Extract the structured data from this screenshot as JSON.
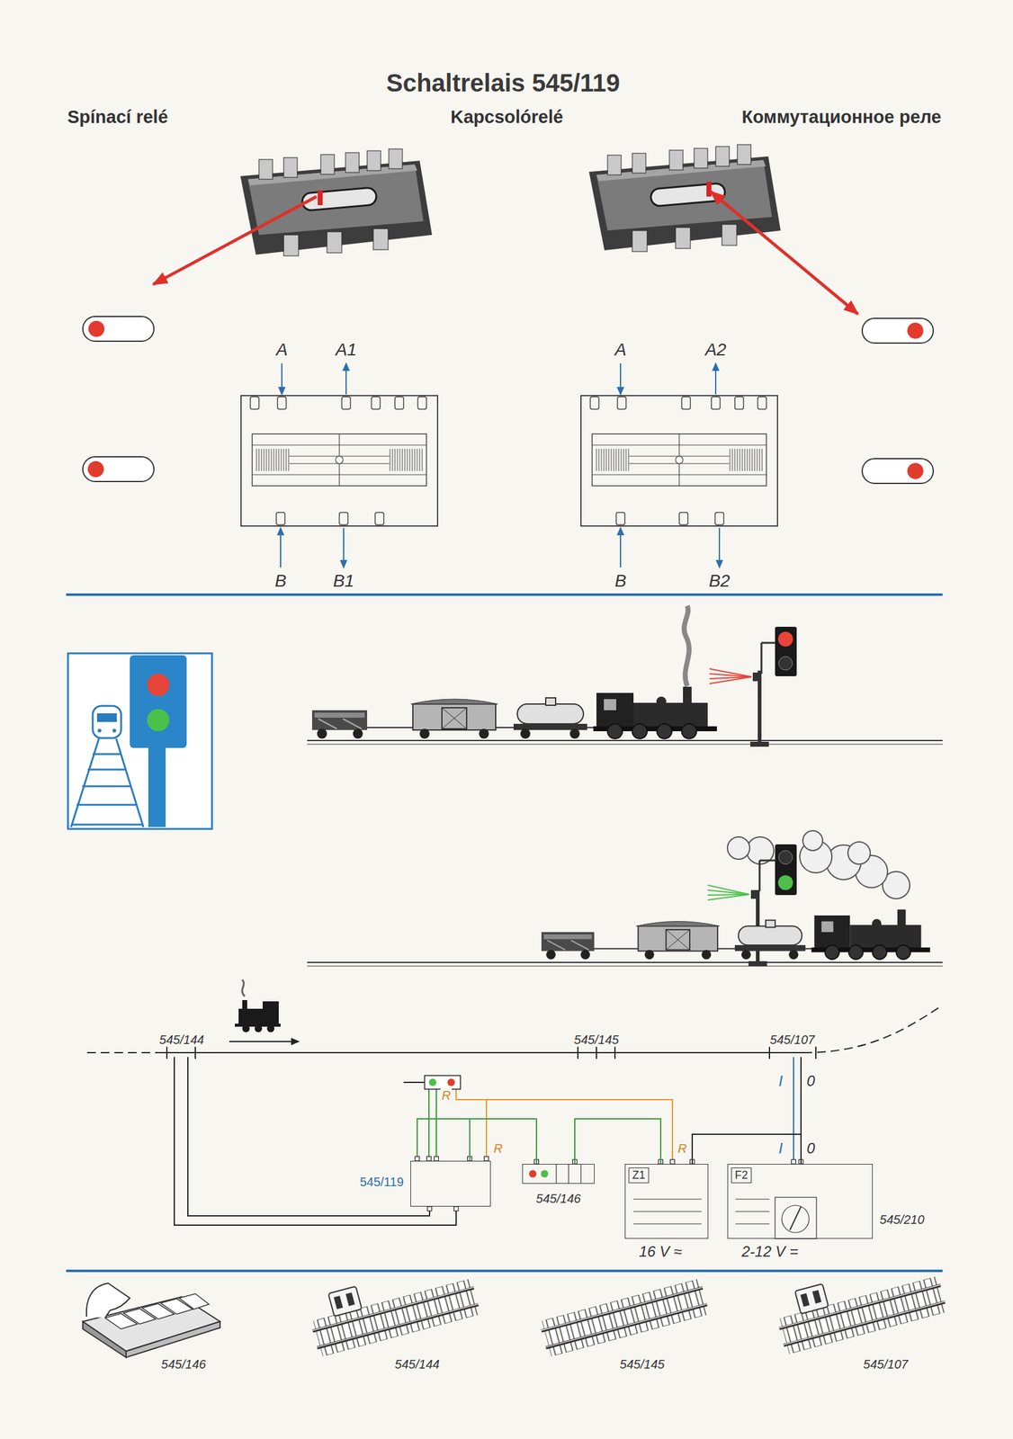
{
  "diagram": {
    "title": "Schaltrelais 545/119",
    "nodes": [
      {
        "text": [
          "545/119"
        ]
      },
      {
        "text": [
          "545/146"
        ]
      },
      {
        "text": [
          "Z1",
          "16 V ≈"
        ]
      },
      {
        "text": [
          "F2",
          "545/210",
          "2-12 V ="
        ]
      }
    ],
    "edges": [
      {
        "from": 0,
        "to": 1,
        "arrow": "none"
      },
      {
        "from": 1,
        "to": 2,
        "arrow": "none"
      },
      {
        "from": 2,
        "to": 3,
        "arrow": "none"
      }
    ],
    "labels": [
      "Spínací relé",
      "Kapcsolórelé",
      "Коммутационное реле",
      "A",
      "A1",
      "B",
      "B1",
      "A",
      "A2",
      "B",
      "B2",
      "545/144",
      "545/145",
      "545/107",
      "I",
      "0",
      "R",
      "R",
      "R",
      "I",
      "0",
      "545/146",
      "545/144",
      "545/145",
      "545/107"
    ]
  }
}
